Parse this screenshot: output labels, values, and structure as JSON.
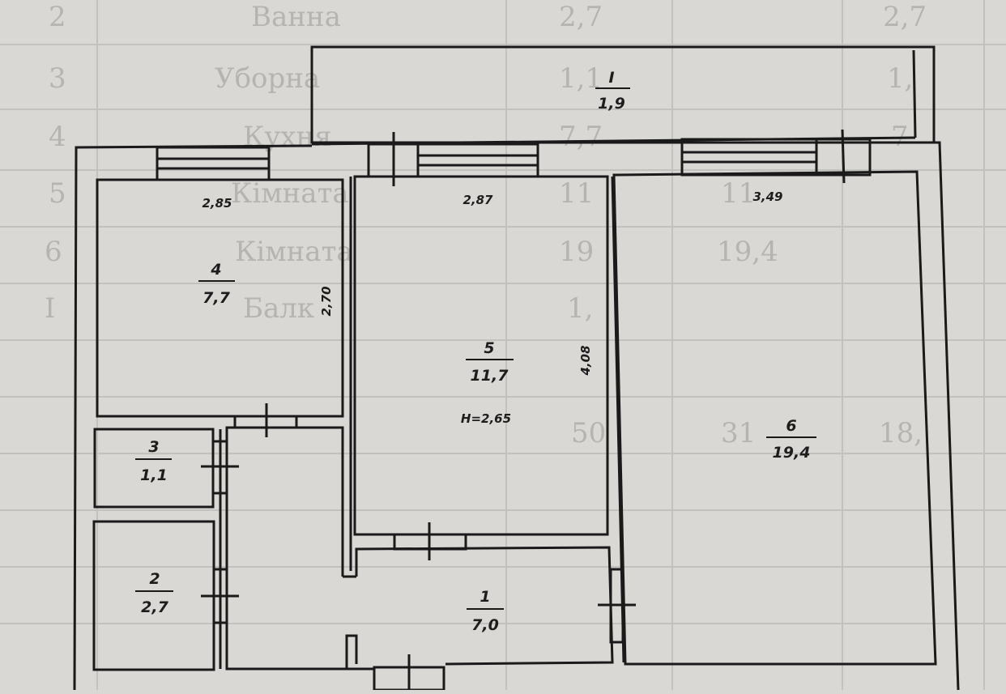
{
  "background_table": {
    "rows": [
      {
        "no": "2",
        "name": "Ванна",
        "area": "2,7",
        "area2": "2,7"
      },
      {
        "no": "3",
        "name": "Уборна",
        "area": "1,1",
        "area2": "1,"
      },
      {
        "no": "4",
        "name": "Кухня",
        "area": "7,7",
        "area2": "7"
      },
      {
        "no": "5",
        "name": "Кімната",
        "area": "11",
        "area2": "11"
      },
      {
        "no": "6",
        "name": "Кімната",
        "area": "19",
        "area2": "19,4"
      },
      {
        "no": "I",
        "name": "Балк",
        "area": "1,",
        "area2": ""
      },
      {
        "no": "",
        "name": "",
        "area": "50",
        "area2": "31",
        "area3": "18,"
      }
    ]
  },
  "rooms": [
    {
      "id": "balcony",
      "number": "I",
      "area": "1,9"
    },
    {
      "id": "kitchen",
      "number": "4",
      "area": "7,7"
    },
    {
      "id": "room5",
      "number": "5",
      "area": "11,7"
    },
    {
      "id": "room6",
      "number": "6",
      "area": "19,4"
    },
    {
      "id": "toilet",
      "number": "3",
      "area": "1,1"
    },
    {
      "id": "bath",
      "number": "2",
      "area": "2,7"
    },
    {
      "id": "hall",
      "number": "1",
      "area": "7,0"
    }
  ],
  "dimensions": {
    "kitchen_width": "2,85",
    "kitchen_height": "2,70",
    "room5_width": "2,87",
    "room5_height": "4,08",
    "room6_width": "3,49",
    "ceiling_height": "H=2,65"
  },
  "colors": {
    "paper": "#d9d8d5",
    "line": "#1a1a1a",
    "grid": "#bdbcb8"
  }
}
